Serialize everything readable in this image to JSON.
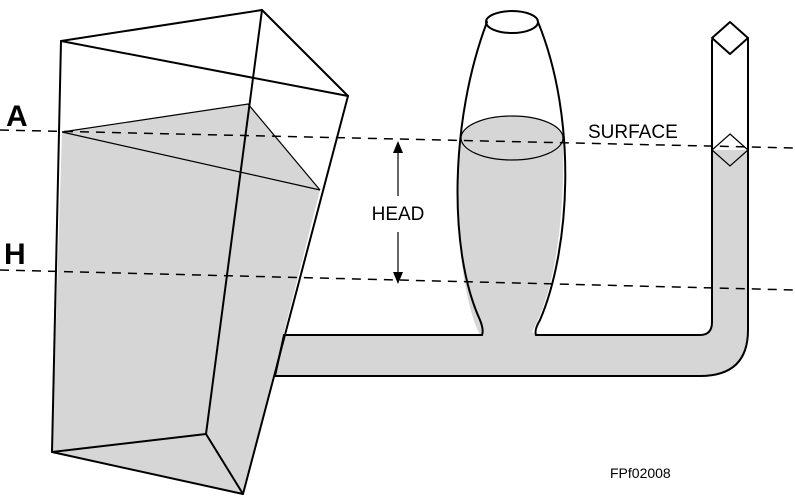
{
  "labels": {
    "level_a": "A",
    "level_h": "H",
    "head": "HEAD",
    "surface": "SURFACE",
    "figure_id": "FPf02008"
  },
  "colors": {
    "liquid": "#d6d6d6",
    "line": "#000000"
  }
}
